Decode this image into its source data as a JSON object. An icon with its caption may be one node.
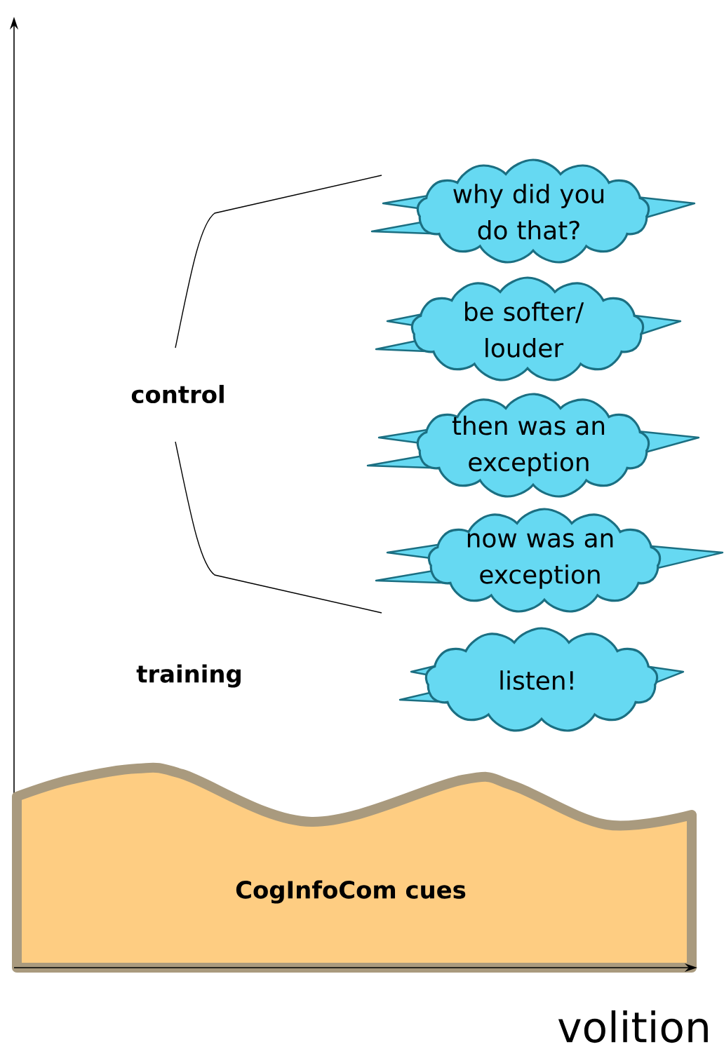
{
  "diagram": {
    "nodes": [
      {
        "text": [
          "why did you do that?"
        ]
      },
      {
        "text": [
          "be softer/ louder"
        ]
      },
      {
        "text": [
          "then was an exception"
        ]
      },
      {
        "text": [
          "now was an exception"
        ]
      },
      {
        "text": [
          "listen!"
        ]
      },
      {
        "text": [
          "CogInfoCom cues"
        ]
      }
    ],
    "labels": [
      "control",
      "training",
      "volition"
    ]
  }
}
